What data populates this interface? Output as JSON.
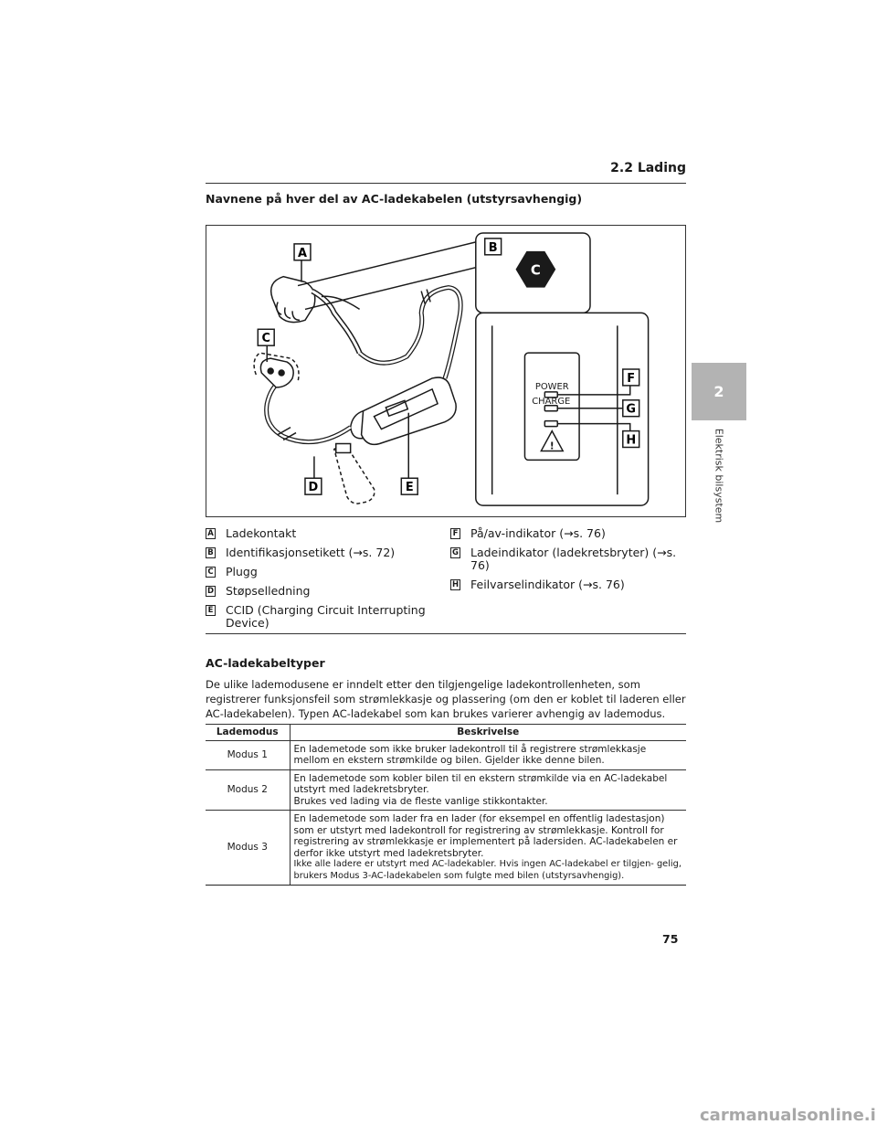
{
  "header": {
    "section": "2.2 Lading"
  },
  "side_tab": {
    "chapter_number": "2",
    "chapter_title": "Elektrisk bilsystem"
  },
  "title": "Navnene på hver del av AC-ladekabelen (utstyrsavhengig)",
  "figure": {
    "labels": {
      "a": "A",
      "b": "B",
      "c": "C",
      "d": "D",
      "e": "E",
      "f": "F",
      "g": "G",
      "h": "H"
    },
    "power_text": "POWER",
    "charge_text": "CHARGE",
    "warning_glyph": "!"
  },
  "legend": {
    "left": [
      {
        "letter": "A",
        "text": "Ladekontakt"
      },
      {
        "letter": "B",
        "text": "Identifikasjonsetikett (→s. 72)"
      },
      {
        "letter": "C",
        "text": "Plugg"
      },
      {
        "letter": "D",
        "text": "Støpselledning"
      },
      {
        "letter": "E",
        "text": "CCID (Charging Circuit Interrupting Device)"
      }
    ],
    "right": [
      {
        "letter": "F",
        "text": "På/av-indikator (→s. 76)"
      },
      {
        "letter": "G",
        "text": "Ladeindikator (ladekretsbryter) (→s. 76)"
      },
      {
        "letter": "H",
        "text": "Feilvarselindikator (→s. 76)"
      }
    ]
  },
  "types_section": {
    "heading": "AC-ladekabeltyper",
    "intro": "De ulike lademodusene er inndelt etter den tilgjengelige ladekontrollenheten, som registrerer funksjonsfeil som strømlekkasje og plassering (om den er koblet til laderen eller AC-ladekabelen). Typen AC-ladekabel som kan brukes varierer avhengig av lademodus.",
    "table": {
      "col_mode": "Lademodus",
      "col_desc": "Beskrivelse",
      "rows": [
        {
          "mode": "Modus 1",
          "desc": [
            "En lademetode som ikke bruker ladekontroll til å registrere strømlekkasje mellom en ekstern strømkilde og bilen. Gjelder ikke denne bilen."
          ],
          "note": ""
        },
        {
          "mode": "Modus 2",
          "desc": [
            "En lademetode som kobler bilen til en ekstern strømkilde via en AC-ladekabel utstyrt med ladekretsbryter.",
            "Brukes ved lading via de fleste vanlige stikkontakter."
          ],
          "note": ""
        },
        {
          "mode": "Modus 3",
          "desc": [
            "En lademetode som lader fra en lader (for eksempel en offentlig ladestasjon) som er utstyrt med ladekontroll for registrering av strømlekkasje. Kontroll for registrering av strømlekkasje er implementert på ladersiden. AC-ladekabelen er derfor ikke utstyrt med ladekretsbryter."
          ],
          "note": "Ikke alle ladere er utstyrt med AC-ladekabler. Hvis ingen AC-ladekabel er tilgjen- gelig, brukers Modus 3-AC-ladekabelen som fulgte med bilen (utstyrsavhengig)."
        }
      ]
    }
  },
  "page_number": "75",
  "watermark": "carmanualsonline.info"
}
